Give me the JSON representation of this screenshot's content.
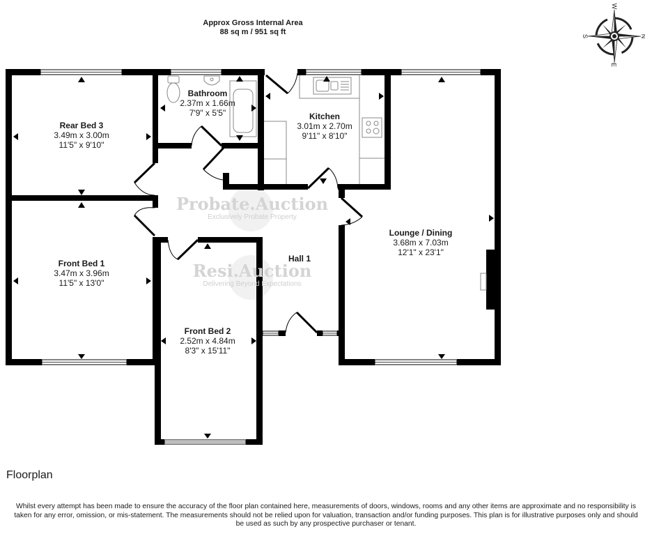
{
  "header": {
    "area_title": "Approx Gross Internal Area",
    "area_value": "88 sq m / 951 sq ft"
  },
  "compass": {
    "north": "N",
    "south": "S",
    "east": "E",
    "west": "W"
  },
  "rooms": [
    {
      "name": "Rear Bed 3",
      "metric": "3.49m x 3.00m",
      "imperial": "11'5\" x 9'10\""
    },
    {
      "name": "Bathroom",
      "metric": "2.37m x 1.66m",
      "imperial": "7'9\" x 5'5\""
    },
    {
      "name": "Kitchen",
      "metric": "3.01m x 2.70m",
      "imperial": "9'11\" x 8'10\""
    },
    {
      "name": "Lounge / Dining",
      "metric": "3.68m x 7.03m",
      "imperial": "12'1\" x 23'1\""
    },
    {
      "name": "Front Bed 1",
      "metric": "3.47m x 3.96m",
      "imperial": "11'5\" x 13'0\""
    },
    {
      "name": "Hall 1",
      "metric": "",
      "imperial": ""
    },
    {
      "name": "Front Bed 2",
      "metric": "2.52m x 4.84m",
      "imperial": "8'3\" x 15'11\""
    }
  ],
  "watermarks": [
    {
      "title": "Probate.Auction",
      "tagline": "Exclusively Probate Property"
    },
    {
      "title": "Resi.Auction",
      "tagline": "Delivering Beyond Expectations"
    }
  ],
  "footer": {
    "floor_label": "Floorplan",
    "disclaimer": "Whilst every attempt has been made to ensure the accuracy of the floor plan contained here, measurements of doors, windows, rooms and any other items are approximate and no responsibility is taken for any error, omission, or mis-statement. The measurements should not be relied upon for valuation, transaction and/or funding purposes. This plan is for illustrative purposes only and should be used as such by any prospective purchaser or tenant."
  },
  "colors": {
    "wall": "#000000",
    "watermark": "#d4d4d4",
    "background": "#ffffff"
  }
}
